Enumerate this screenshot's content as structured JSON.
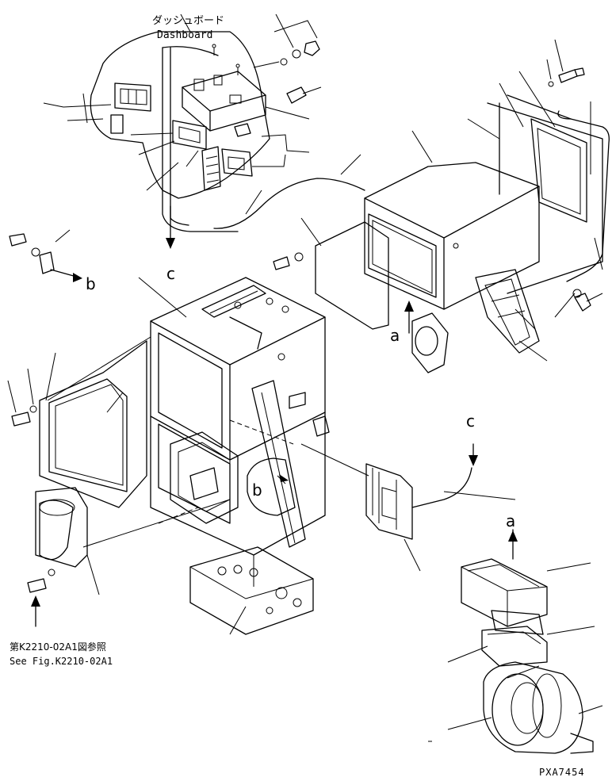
{
  "labels": {
    "dashboard_jp": "ダッシュボード",
    "dashboard_en": "Dashboard",
    "letter_c_top": "c",
    "letter_b_left": "b",
    "letter_a_center": "a",
    "letter_b_center": "b",
    "letter_c_right": "c",
    "letter_a_right": "a",
    "see_fig_jp": "第K2210-02A1図参照",
    "see_fig_en": "See Fig.K2210-02A1",
    "code": "PXA7454"
  }
}
